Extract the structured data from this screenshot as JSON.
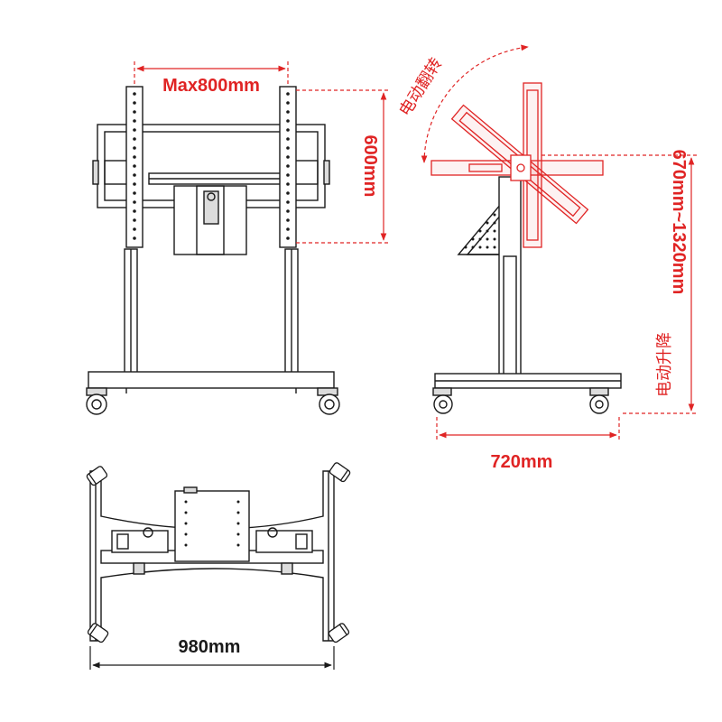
{
  "colors": {
    "line": "#1a1a1a",
    "accent": "#e02424",
    "fill": "#dcdcdc",
    "dark": "#3a3a3a"
  },
  "front_view": {
    "width_label": "Max800mm",
    "height_label": "600mm"
  },
  "side_view": {
    "tilt_label": "电动翻转",
    "lift_label": "670mm~1320mm",
    "lift_caption": "电动升降",
    "depth_label": "720mm"
  },
  "top_view": {
    "width_label": "980mm"
  }
}
